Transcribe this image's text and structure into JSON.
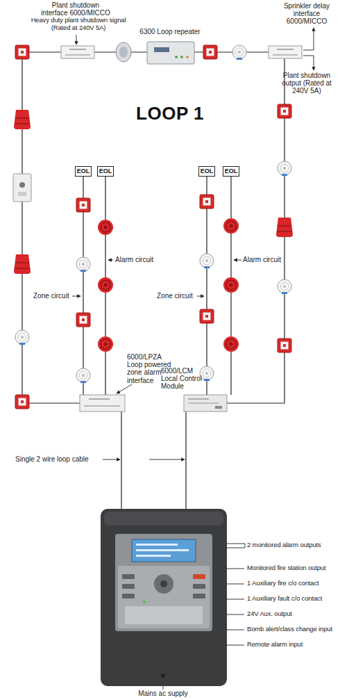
{
  "diagram": {
    "title": "LOOP 1",
    "nodes": [
      {
        "text": [
          "EOL"
        ]
      },
      {
        "text": [
          "EOL"
        ]
      },
      {
        "text": [
          "EOL"
        ]
      },
      {
        "text": [
          "EOL"
        ]
      }
    ],
    "labels": [
      "Plant shutdown interface 6000/MICCO",
      "Heavy duty plant shutdown signal (Rated at 240V 5A)",
      "6300 Loop repeater",
      "Sprinkler delay interface 6000/MICCO",
      "Plant shutdown output (Rated at 240V 5A)",
      "Alarm circuit",
      "Zone circuit",
      "6000/LPZA Loop powered zone alarm interface",
      "Alarm circuit",
      "Zone circuit",
      "6000/LCM Local Control Module",
      "Single 2 wire loop cable",
      "2 monitored alarm outputs",
      "Monitored fire station output",
      "1 Auxiliary fire c/o contact",
      "1 Auxiliary fault c/o contact",
      "24V Aux. output",
      "Bomb alert/class change input",
      "Remote alarm input",
      "Mains ac supply"
    ]
  }
}
